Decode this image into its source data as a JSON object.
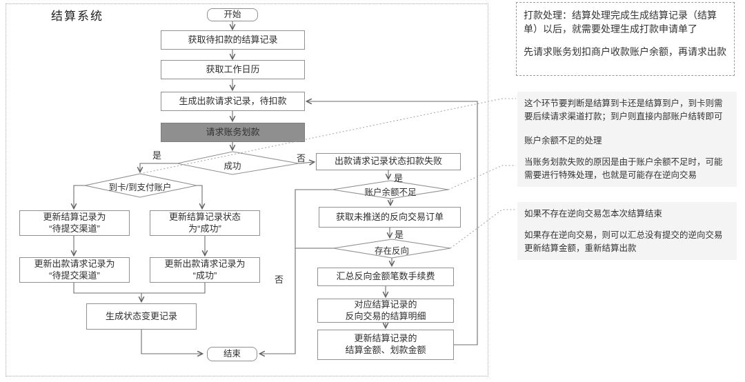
{
  "diagram_title": "结算系统",
  "labels": {
    "yes": "是",
    "no": "否"
  },
  "flow": {
    "start": "开始",
    "get_records": "获取待扣款的结算记录",
    "work_calendar": "获取工作日历",
    "gen_payout_request": "生成出款请求记录，待扣款",
    "request_transfer": "请求账务划款",
    "d_success": "成功",
    "d_card_or_account": "到卡/到支付账户",
    "upd_settle_pending_channel": "更新结算记录为\n“待提交渠道”",
    "upd_settle_success": "更新结算记录状态\n为“成功”",
    "upd_payout_pending_channel": "更新出款请求记录为\n“待提交渠道”",
    "upd_payout_success": "更新出款请求记录为\n“成功”",
    "gen_status_change": "生成状态变更记录",
    "end": "结束",
    "payout_deduct_failed": "出款请求记录状态扣款失败",
    "d_balance_insufficient": "账户余额不足",
    "get_unpushed_reverse_orders": "获取未推送的反向交易订单",
    "d_reverse_exists": "存在反向",
    "sum_reverse_amount": "汇总反向金额笔数手续费",
    "reverse_settle_detail": "对应结算记录的\n反向交易的结算明细",
    "upd_settle_amounts": "更新结算记录的\n结算金额、划款金额"
  },
  "annotations": {
    "payment_note": {
      "p1": "打款处理：结算处理完成生成结算记录（结算单）以后，就需要处理生成打款申请单了",
      "p2": "先请求账务划扣商户收款账户余额，再请求出款"
    },
    "channel_note": {
      "p1": "这个环节要判断是结算到卡还是结算到户，到卡则需要后续请求渠道打款；到户则直接内部账户结转即可"
    },
    "balance_note": {
      "p1": "账户余额不足的处理",
      "p2": "当账务划款失败的原因是由于账户余额不足时，可能需要进行特殊处理，也就是可能存在逆向交易"
    },
    "reverse_note": {
      "p1": "如果不存在逆向交易怎本次结算结束",
      "p2": "如果存在逆向交易，则可以汇总没有提交的逆向交易更新结算金额，重新结算出款"
    }
  },
  "colors": {
    "node_border": "#8f8f8f",
    "connector": "#6b6b6b",
    "emphasis_fill": "#8f8f8f",
    "annotation_bg": "#f4f4f4"
  }
}
